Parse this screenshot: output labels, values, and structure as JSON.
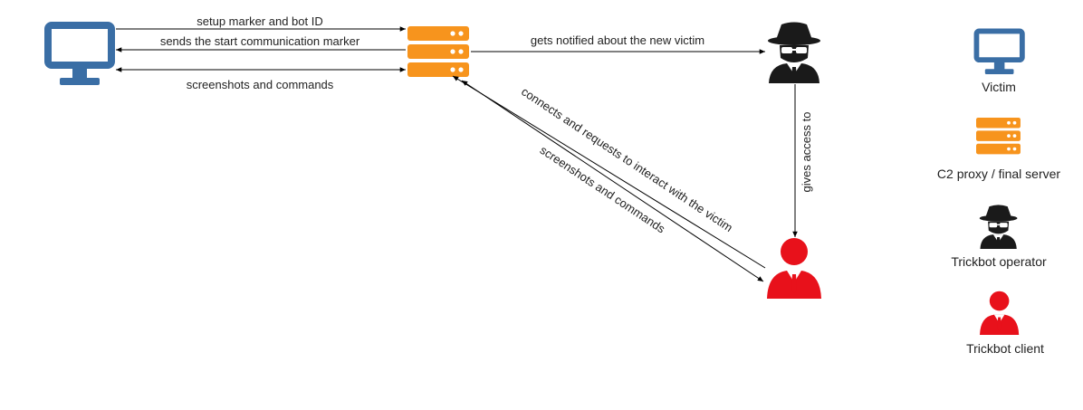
{
  "diagram": {
    "edges": {
      "setup": "setup marker and bot ID",
      "start_marker": "sends the start communication marker",
      "screens_top": "screenshots and commands",
      "notified": "gets notified about the new victim",
      "gives_access": "gives access to",
      "connects": "connects and requests to interact with the victim",
      "screens_diag": "screenshots and commands"
    },
    "legend": {
      "victim": "Victim",
      "c2": "C2 proxy / final server",
      "operator": "Trickbot operator",
      "client": "Trickbot client"
    },
    "icons": {
      "victim": "monitor-icon",
      "c2": "server-stack-icon",
      "operator": "spy-icon",
      "client": "user-icon"
    },
    "colors": {
      "monitor": "#3a6ea5",
      "server": "#f7941d",
      "operator": "#1a1a1a",
      "client": "#e8111b",
      "line": "#000000"
    }
  }
}
